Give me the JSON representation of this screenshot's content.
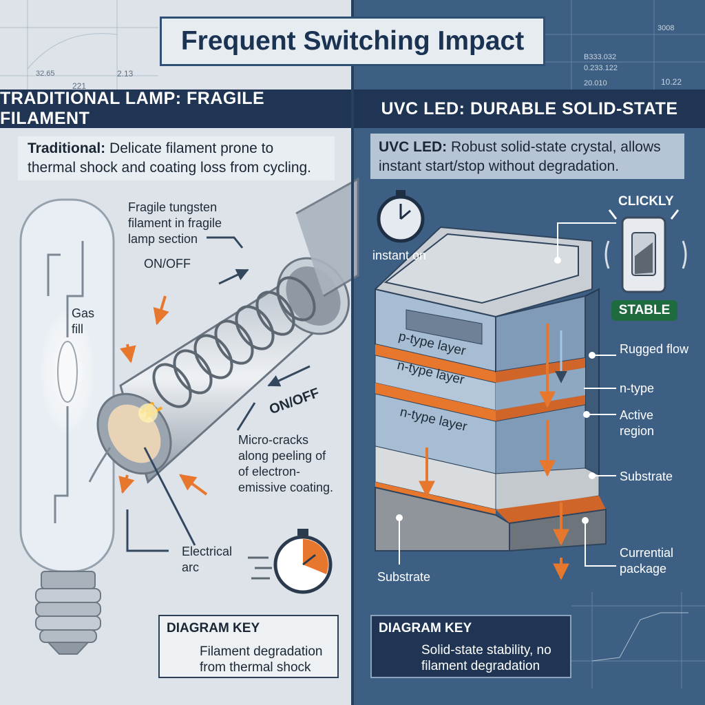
{
  "title": "Frequent Switching Impact",
  "left": {
    "heading": "TRADITIONAL LAMP: FRAGILE FILAMENT",
    "desc_bold": "Traditional:",
    "desc_text": " Delicate filament prone to thermal shock and coating loss from cycling.",
    "labels": {
      "fragile_filament": "Fragile tungsten filament in fragile lamp section",
      "on_off_1": "ON/OFF",
      "on_off_2": "ON/OFF",
      "gas_fill": "Gas fill",
      "micro_cracks": "Micro-cracks along peeling of of electron-emissive coating.",
      "electrical_arc": "Electrical arc"
    },
    "blueprint_numbers": [
      "32.65",
      "2.13",
      "221"
    ],
    "key": {
      "title": "DIAGRAM KEY",
      "text": "Filament degradation from thermal shock"
    }
  },
  "right": {
    "heading": "UVC LED: DURABLE SOLID-STATE",
    "desc_bold": "UVC LED:",
    "desc_text": " Robust solid-state crystal, allows instant start/stop without degradation.",
    "labels": {
      "instant_on": "instant on",
      "clickly": "CLICKLY",
      "stable": "STABLE",
      "p_type_layer": "p-type layer",
      "n_type_layer_1": "n-type layer",
      "n_type_layer_2": "n-type layer",
      "rugged_flow": "Rugged flow",
      "n_type": "n-type",
      "active_region": "Active region",
      "substrate_right": "Substrate",
      "substrate_left": "Substrate",
      "currential_package": "Currential package"
    },
    "blueprint_numbers": [
      "3008",
      "B333.032",
      "0.233.122",
      "20.010",
      "10.22"
    ],
    "key": {
      "title": "DIAGRAM KEY",
      "text": "Solid-state stability, no filament degradation"
    }
  },
  "colors": {
    "navy": "#1f3553",
    "accent_orange": "#e8772e",
    "stable_green": "#1f6b3f"
  }
}
